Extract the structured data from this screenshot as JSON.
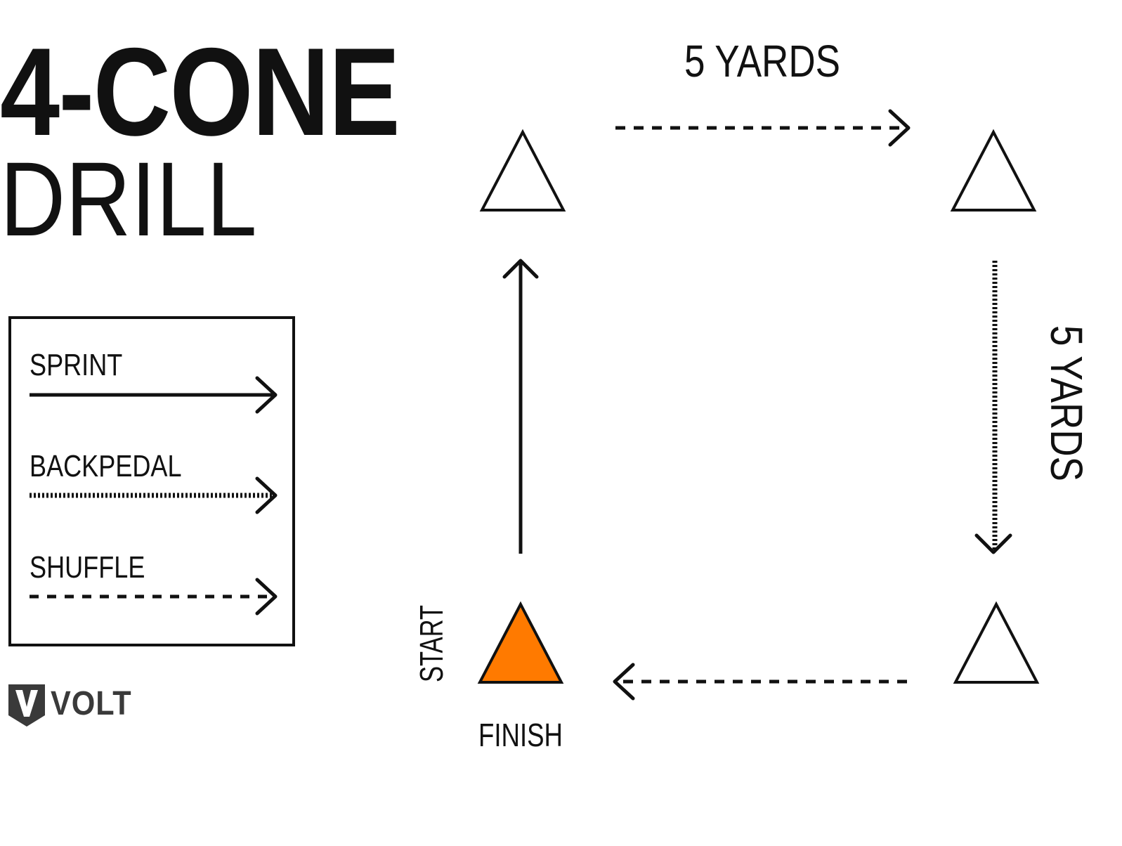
{
  "title": {
    "line1": "4-CONE",
    "line2": "DRILL"
  },
  "legend": {
    "items": [
      {
        "label": "SPRINT",
        "style": "solid"
      },
      {
        "label": "BACKPEDAL",
        "style": "dotted"
      },
      {
        "label": "SHUFFLE",
        "style": "dashed"
      }
    ]
  },
  "logo": {
    "text": "VOLT"
  },
  "diagram": {
    "top_distance_label": "5 YARDS",
    "right_distance_label": "5 YARDS",
    "start_label": "START",
    "finish_label": "FINISH"
  },
  "colors": {
    "start_cone": "#FF7A00",
    "ink": "#111111"
  }
}
